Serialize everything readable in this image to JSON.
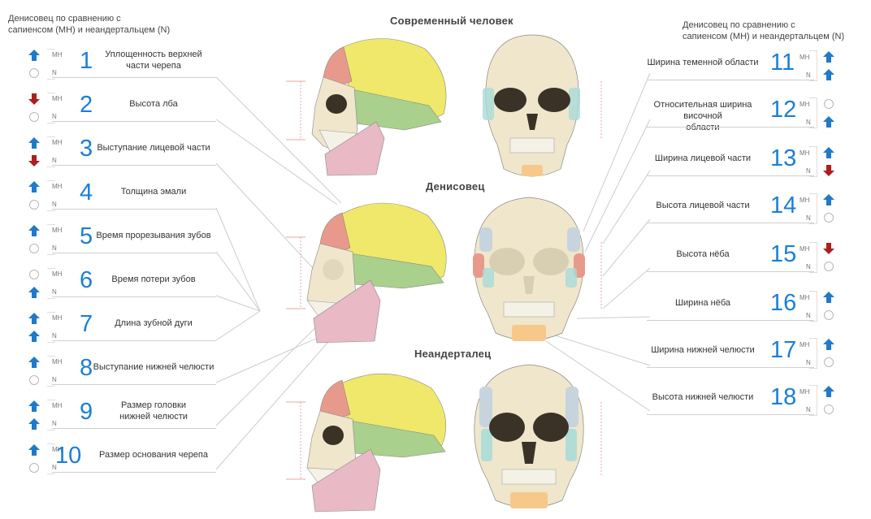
{
  "header_left": {
    "line1": "Денисовец по сравнению с",
    "line2": "сапиенсом (МН) и неандертальцем (N)"
  },
  "header_right": {
    "line1": "Денисовец по сравнению с",
    "line2": "сапиенсом (МН) и неандертальцем (N)"
  },
  "skull_titles": {
    "modern": "Современный человек",
    "denisovan": "Денисовец",
    "neanderthal": "Неандерталец"
  },
  "tags": {
    "mh": "МН",
    "n": "N"
  },
  "colors": {
    "up": "#1f7ac8",
    "down": "#a9201f",
    "number": "#1a7ed8",
    "parietal": "#efe86a",
    "frontal": "#e79a8b",
    "temporal": "#a9d08c",
    "jaw": "#e9b9c6",
    "bone": "#efe6cc",
    "chin": "#f6c98b",
    "cheek": "#a7dbd8"
  },
  "traits_left": [
    {
      "num": "1",
      "line1": "Уплощенность верхней",
      "line2": "части черепа",
      "mh": "up",
      "n": "none"
    },
    {
      "num": "2",
      "line1": "Высота лба",
      "line2": "",
      "mh": "down",
      "n": "none"
    },
    {
      "num": "3",
      "line1": "Выступание лицевой части",
      "line2": "",
      "mh": "up",
      "n": "down"
    },
    {
      "num": "4",
      "line1": "Толщина эмали",
      "line2": "",
      "mh": "up",
      "n": "none"
    },
    {
      "num": "5",
      "line1": "Время прорезывания зубов",
      "line2": "",
      "mh": "up",
      "n": "none"
    },
    {
      "num": "6",
      "line1": "Время потери зубов",
      "line2": "",
      "mh": "none",
      "n": "up"
    },
    {
      "num": "7",
      "line1": "Длина зубной дуги",
      "line2": "",
      "mh": "up",
      "n": "up"
    },
    {
      "num": "8",
      "line1": "Выступание нижней челюсти",
      "line2": "",
      "mh": "up",
      "n": "none"
    },
    {
      "num": "9",
      "line1": "Размер головки",
      "line2": "нижней челюсти",
      "mh": "up",
      "n": "up"
    },
    {
      "num": "10",
      "line1": "Размер основания черепа",
      "line2": "",
      "mh": "up",
      "n": "none"
    }
  ],
  "traits_right": [
    {
      "num": "11",
      "line1": "Ширина теменной области",
      "line2": "",
      "mh": "up",
      "n": "up"
    },
    {
      "num": "12",
      "line1": "Относительная ширина височной",
      "line2": "области",
      "mh": "none",
      "n": "up"
    },
    {
      "num": "13",
      "line1": "Ширина лицевой части",
      "line2": "",
      "mh": "up",
      "n": "down"
    },
    {
      "num": "14",
      "line1": "Высота лицевой части",
      "line2": "",
      "mh": "up",
      "n": "none"
    },
    {
      "num": "15",
      "line1": "Высота нёба",
      "line2": "",
      "mh": "down",
      "n": "none"
    },
    {
      "num": "16",
      "line1": "Ширина нёба",
      "line2": "",
      "mh": "up",
      "n": "none"
    },
    {
      "num": "17",
      "line1": "Ширина нижней челюсти",
      "line2": "",
      "mh": "up",
      "n": "none"
    },
    {
      "num": "18",
      "line1": "Высота нижней челюсти",
      "line2": "",
      "mh": "up",
      "n": "none"
    }
  ]
}
